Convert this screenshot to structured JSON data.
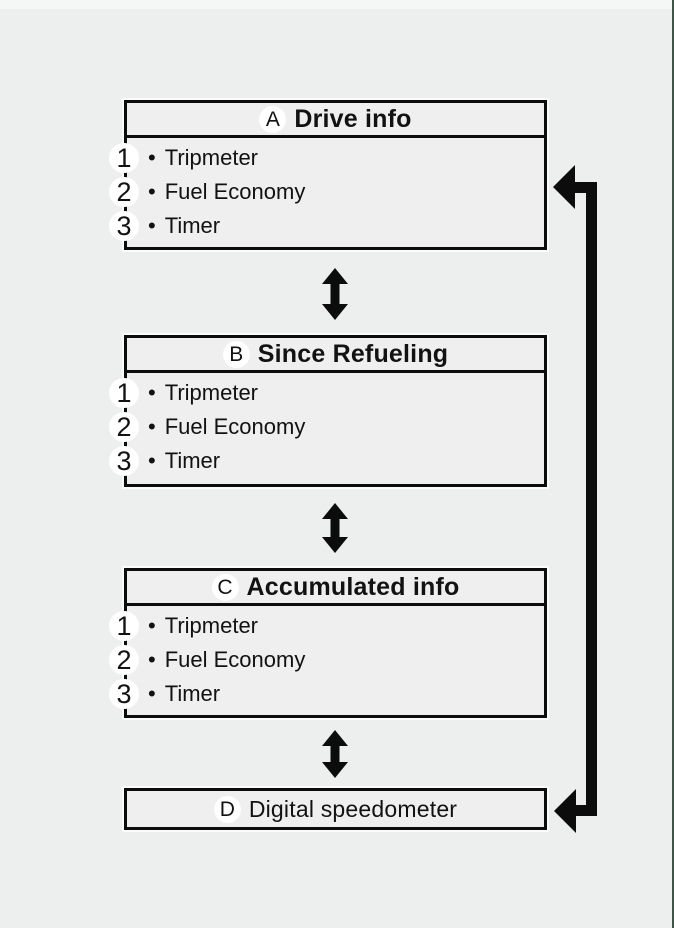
{
  "canvas": {
    "background_color": "#edeeee",
    "right_edge_color": "#3e5547",
    "line_color": "#0c0c0c",
    "badge_color": "#ffffff"
  },
  "diagram": {
    "bullet_glyph": "•",
    "modes": [
      {
        "key": "A",
        "title": "Drive info",
        "items": [
          {
            "num": "1",
            "label": "Tripmeter"
          },
          {
            "num": "2",
            "label": "Fuel Economy"
          },
          {
            "num": "3",
            "label": "Timer"
          }
        ]
      },
      {
        "key": "B",
        "title": "Since Refueling",
        "items": [
          {
            "num": "1",
            "label": "Tripmeter"
          },
          {
            "num": "2",
            "label": "Fuel Economy"
          },
          {
            "num": "3",
            "label": "Timer"
          }
        ]
      },
      {
        "key": "C",
        "title": "Accumulated info",
        "items": [
          {
            "num": "1",
            "label": "Tripmeter"
          },
          {
            "num": "2",
            "label": "Fuel Economy"
          },
          {
            "num": "3",
            "label": "Timer"
          }
        ]
      },
      {
        "key": "D",
        "title": "Digital speedometer",
        "items": []
      }
    ],
    "icons": {
      "two_way_arrow": "double-headed vertical arrow between adjacent modes",
      "return_arrow": "loop arrow from right side pointing into Drive info and Digital speedometer"
    }
  }
}
